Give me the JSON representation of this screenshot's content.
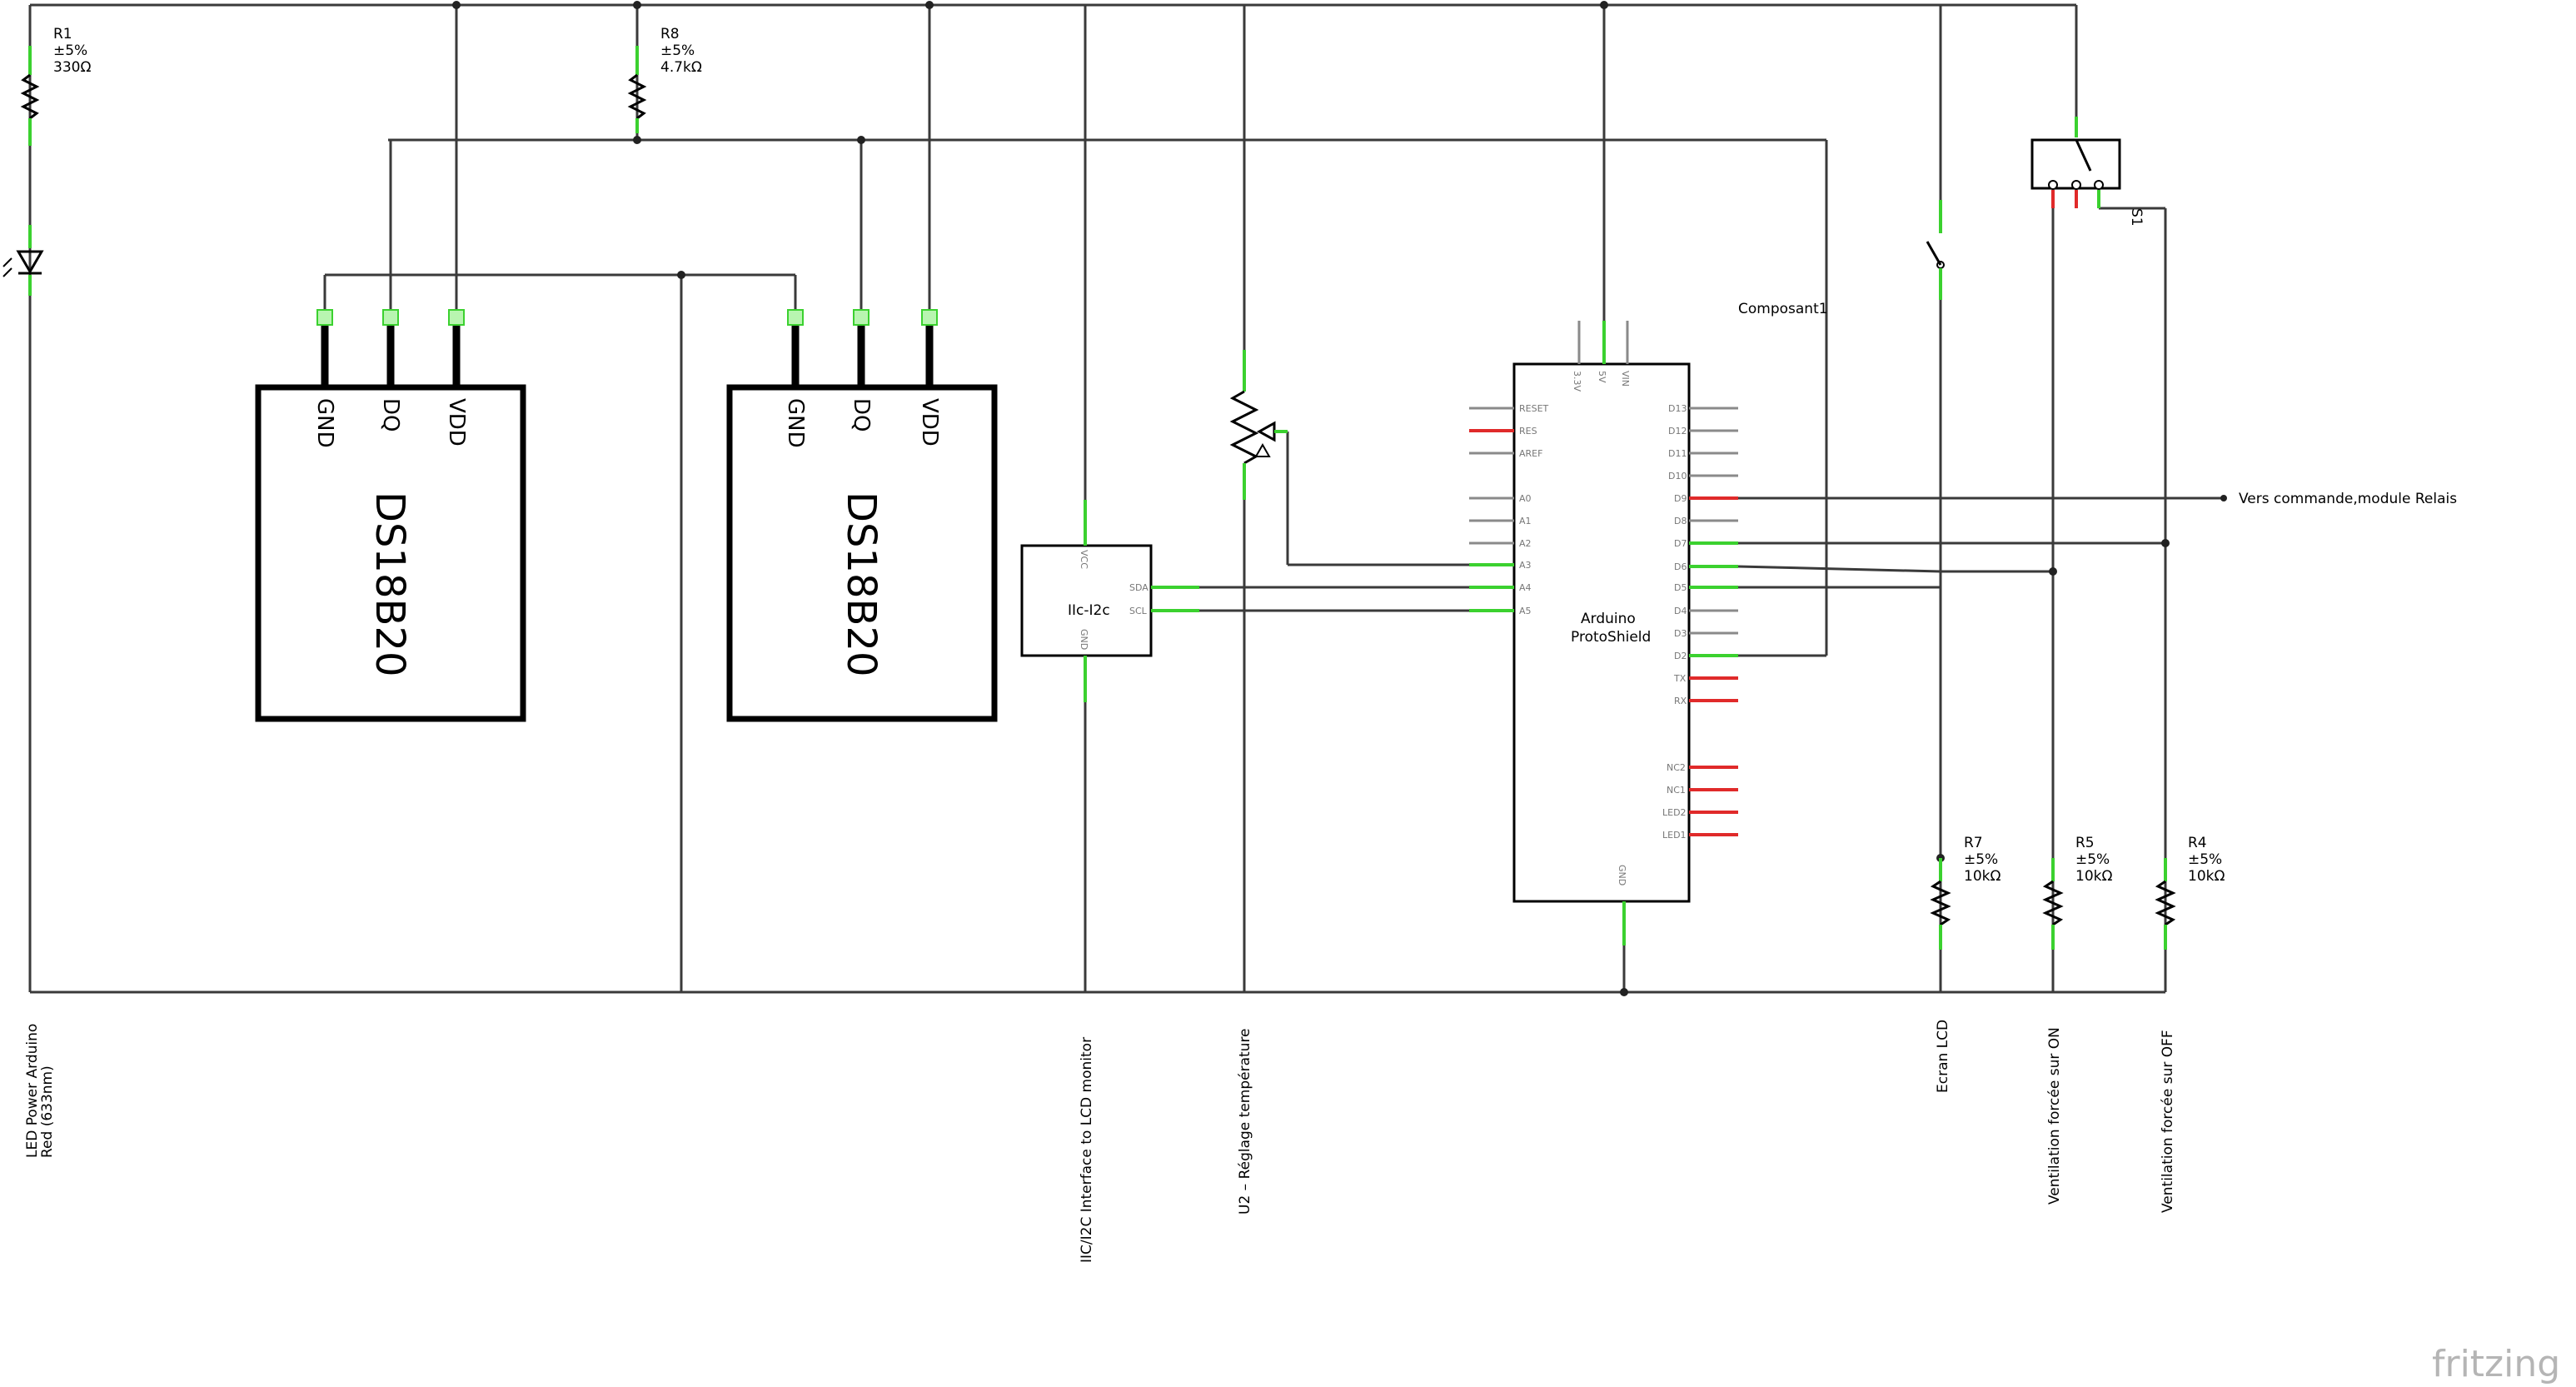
{
  "resistors": [
    {
      "ref": "R1",
      "tolerance": "±5%",
      "value": "330Ω"
    },
    {
      "ref": "R8",
      "tolerance": "±5%",
      "value": "4.7kΩ"
    },
    {
      "ref": "R7",
      "tolerance": "±5%",
      "value": "10kΩ"
    },
    {
      "ref": "R5",
      "tolerance": "±5%",
      "value": "10kΩ"
    },
    {
      "ref": "R4",
      "tolerance": "±5%",
      "value": "10kΩ"
    }
  ],
  "sensors": [
    {
      "name": "DS18B20",
      "pins": [
        "GND",
        "DQ",
        "VDD"
      ]
    },
    {
      "name": "DS18B20",
      "pins": [
        "GND",
        "DQ",
        "VDD"
      ]
    }
  ],
  "i2c_module": {
    "name": "IIc-I2c",
    "pins": {
      "vcc": "VCC",
      "sda": "SDA",
      "scl": "SCL",
      "gnd": "GND"
    }
  },
  "arduino": {
    "title_line1": "Arduino",
    "title_line2": "ProtoShield",
    "component_label": "Composant1",
    "top_pins": [
      "3.3V",
      "5V",
      "VIN"
    ],
    "bottom_pin": "GND",
    "left_pins": [
      "RESET",
      "RES",
      "AREF",
      "A0",
      "A1",
      "A2",
      "A3",
      "A4",
      "A5"
    ],
    "right_pins": [
      "D13",
      "D12",
      "D11",
      "D10",
      "D9",
      "D8",
      "D7",
      "D6",
      "D5",
      "D4",
      "D3",
      "D2",
      "TX",
      "RX",
      "NC2",
      "NC1",
      "LED2",
      "LED1"
    ]
  },
  "switch_label": "S1",
  "relay_label": "Vers commande,module Relais",
  "bottom_labels": {
    "led_line1": "LED Power Arduino",
    "led_line2": "Red (633nm)",
    "i2c": "IIC/I2C Interface to LCD monitor",
    "pot": "U2 – Réglage température",
    "lcd": "Ecran LCD",
    "vent_on": "Ventilation forcée sur ON",
    "vent_off": "Ventilation forcée sur OFF"
  },
  "logo": "fritzing",
  "colors": {
    "wire": "#3a3a3a",
    "pin_connected": "#3bd12f",
    "pin_unconnected": "#e02a2a",
    "pin_neutral": "#8a8a8a",
    "logo": "#b5b5b5"
  }
}
